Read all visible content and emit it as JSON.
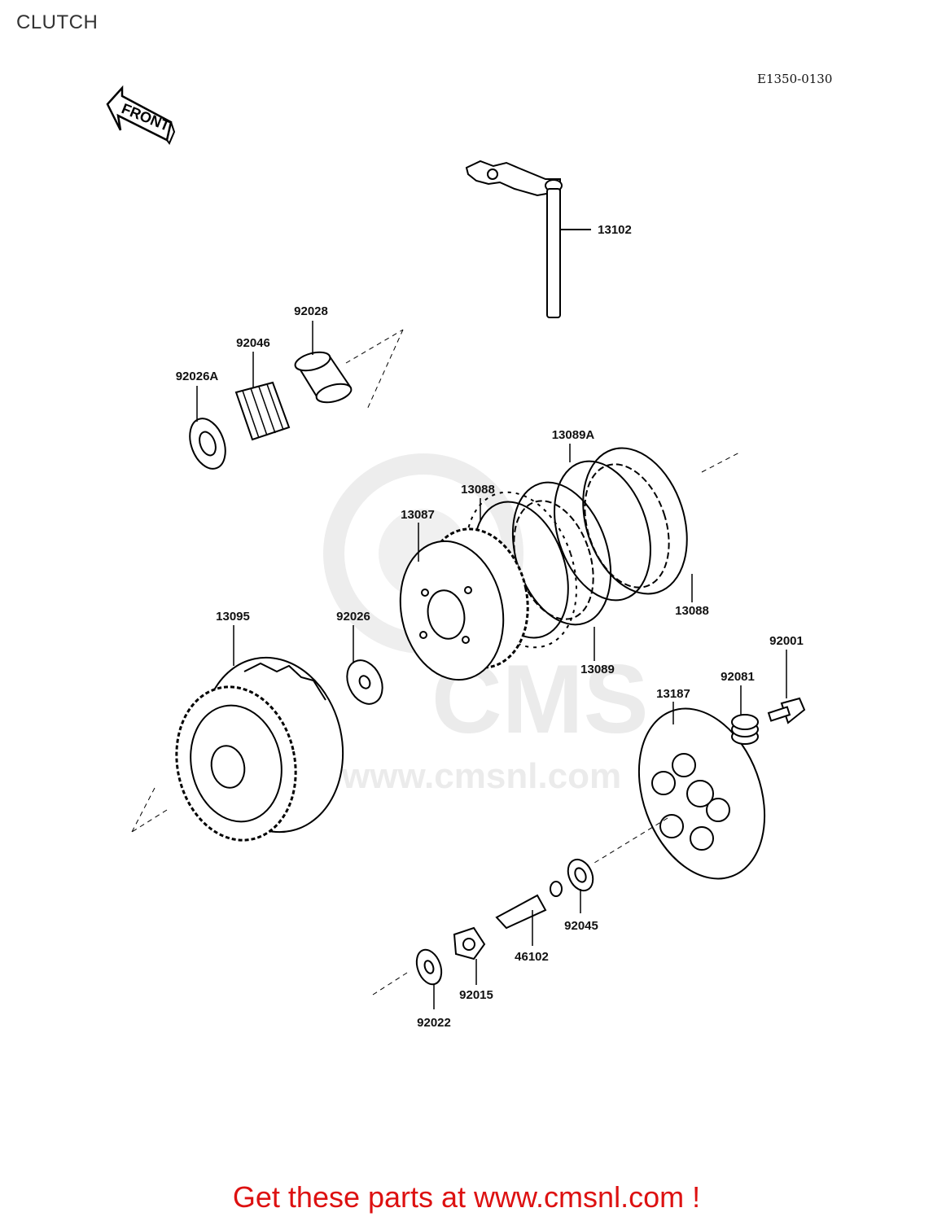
{
  "header": {
    "title": "CLUTCH",
    "drawing_code": "E1350-0130"
  },
  "orientation": {
    "label": "FRONT",
    "icon": "arrow-left-icon"
  },
  "watermark": {
    "text": "www.cmsnl.com",
    "logo_text": "CMS"
  },
  "parts": [
    {
      "number": "13102"
    },
    {
      "number": "92028"
    },
    {
      "number": "92046"
    },
    {
      "number": "92026A"
    },
    {
      "number": "13089A"
    },
    {
      "number": "13088"
    },
    {
      "number": "13087"
    },
    {
      "number": "13088"
    },
    {
      "number": "13095"
    },
    {
      "number": "92026"
    },
    {
      "number": "13089"
    },
    {
      "number": "92001"
    },
    {
      "number": "92081"
    },
    {
      "number": "13187"
    },
    {
      "number": "92045"
    },
    {
      "number": "46102"
    },
    {
      "number": "92015"
    },
    {
      "number": "92022"
    }
  ],
  "footer": {
    "text": "Get these parts at www.cmsnl.com !"
  },
  "colors": {
    "footer_text": "#dd1111",
    "line": "#000000",
    "watermark": "#e9e9e9"
  }
}
